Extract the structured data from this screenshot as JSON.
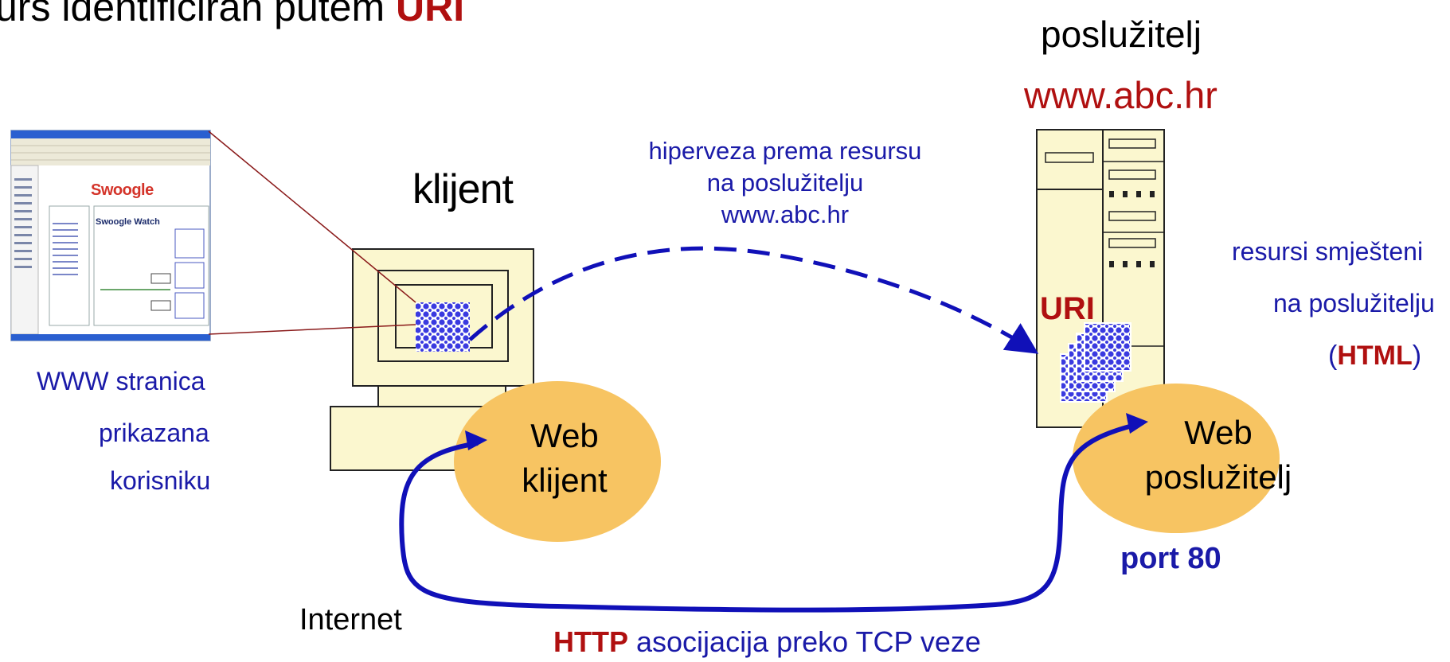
{
  "slide": {
    "title_prefix": "urs identificiran putem ",
    "title_emph": "URI"
  },
  "server": {
    "label": "poslužitelj",
    "host": "www.abc.hr",
    "uri_label": "URI",
    "resources_line1": "resursi smješteni",
    "resources_line2": "na poslužitelju",
    "resources_paren_open": "(",
    "resources_emph": "HTML",
    "resources_paren_close": ")",
    "web_server_line1": "Web",
    "web_server_line2": "poslužitelj",
    "port": "port 80"
  },
  "client": {
    "label": "klijent",
    "web_client_line1": "Web",
    "web_client_line2": "klijent",
    "page_caption_line1": "WWW stranica",
    "page_caption_line2": "prikazana",
    "page_caption_line3": "korisniku"
  },
  "hyperlink": {
    "line1": "hiperveza prema resursu",
    "line2": "na poslužitelju",
    "line3": "www.abc.hr"
  },
  "network": {
    "internet": "Internet",
    "http_emph": "HTTP",
    "http_rest": " asocijacija preko TCP veze"
  },
  "screenshot": {
    "logo": "Swoogle",
    "heading": "Swoogle Watch"
  },
  "colors": {
    "red": "#b01010",
    "blue": "#1a1aa8",
    "ellipse": "#f7c462",
    "computer_fill": "#fbf7cf",
    "arrow": "#1010b8"
  }
}
